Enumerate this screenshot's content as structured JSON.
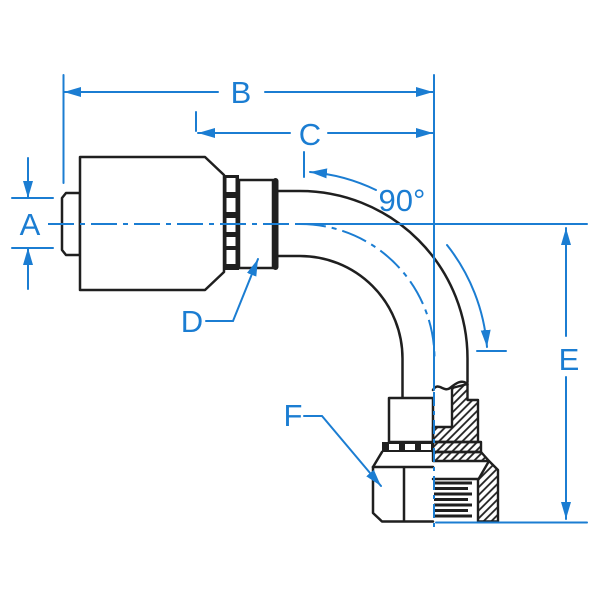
{
  "drawing": {
    "description": "90 degree bent tube female swivel hydraulic hose fitting technical drawing",
    "labels": {
      "a": "A",
      "b": "B",
      "c": "C",
      "d": "D",
      "e": "E",
      "f": "F"
    },
    "angle": "90°"
  },
  "colors": {
    "dimension_blue": "#1b7dd2",
    "outline_black": "#1f1f1f",
    "background": "#ffffff"
  }
}
